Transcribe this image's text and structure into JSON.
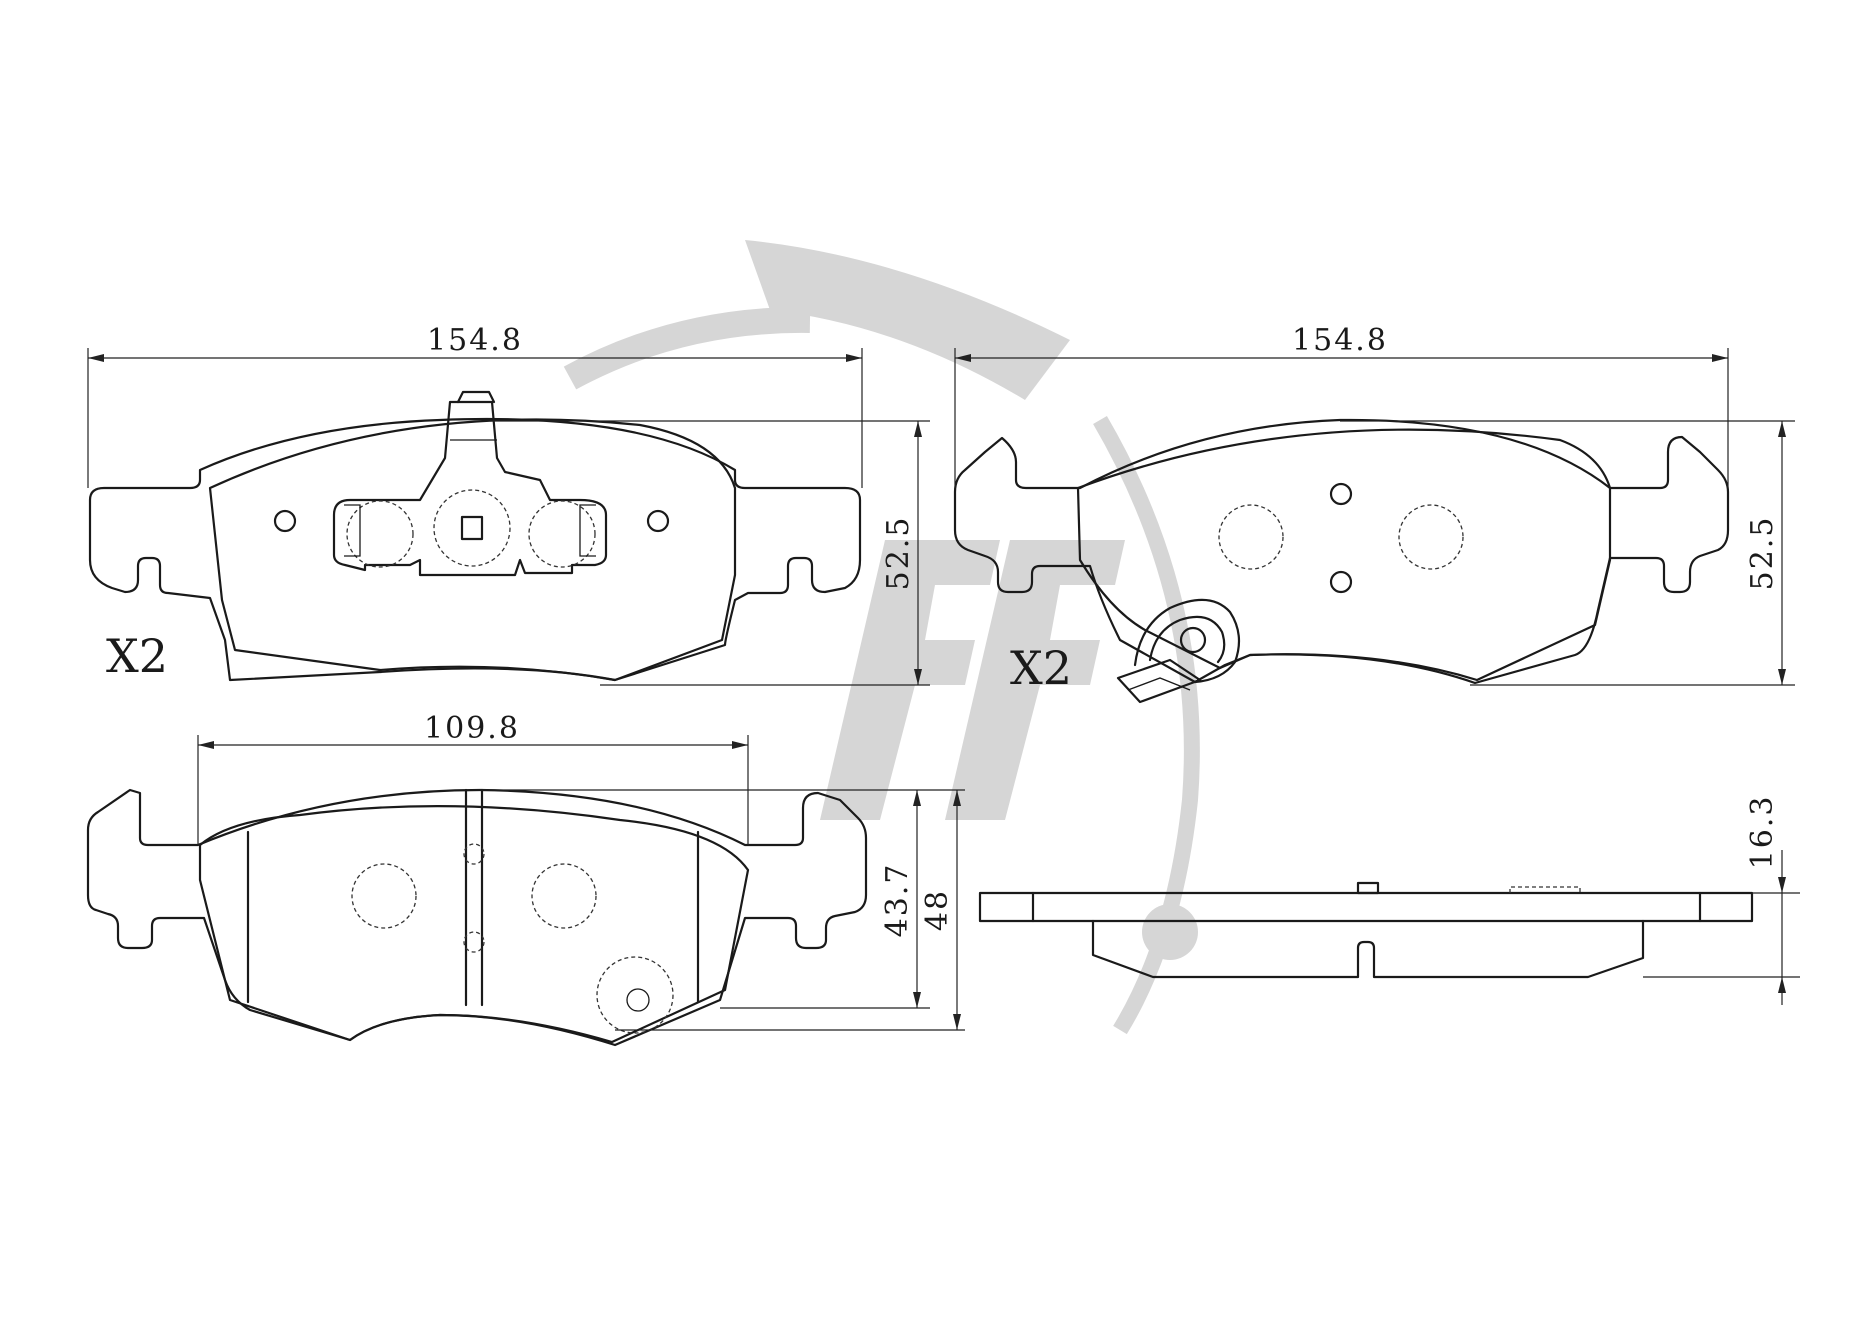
{
  "watermark": {
    "color": "#d6d6d6"
  },
  "views": {
    "pad_a": {
      "quantity": "X2",
      "width": "154.8",
      "height": "52.5"
    },
    "pad_b": {
      "quantity": "X2",
      "width": "154.8",
      "height": "52.5"
    },
    "pad_c": {
      "width": "109.8",
      "height_inner": "43.7",
      "height_outer": "48"
    },
    "side_view": {
      "thickness": "16.3"
    }
  }
}
